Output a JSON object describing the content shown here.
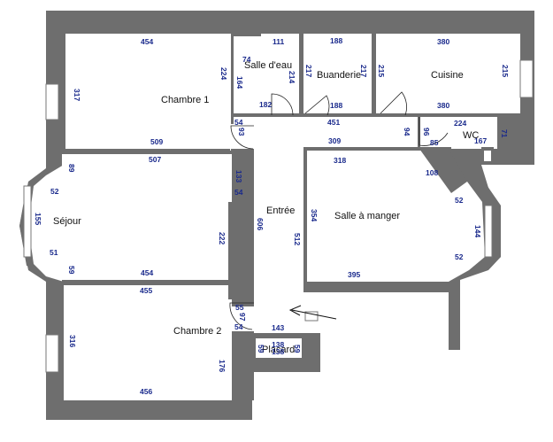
{
  "colors": {
    "wall": "#6e6e6e",
    "dimension_text": "#1a2a8c",
    "room_text": "#111111",
    "background": "#ffffff"
  },
  "rooms": {
    "chambre1": "Chambre 1",
    "salle_eau": "Salle d'eau",
    "buanderie": "Buanderie",
    "cuisine": "Cuisine",
    "wc": "WC",
    "sejour": "Séjour",
    "entree": "Entrée",
    "salle_manger": "Salle à manger",
    "chambre2": "Chambre 2",
    "placard": "Placard"
  },
  "dims": {
    "c1_top": "454",
    "c1_left": "317",
    "c1_right": "224",
    "c1_bottom": "509",
    "se_top": "111",
    "se_74": "74",
    "se_164": "164",
    "se_214": "214",
    "se_182": "182",
    "bu_top": "188",
    "bu_left": "217",
    "bu_right": "217",
    "bu_bottom": "188",
    "cu_top": "380",
    "cu_left": "215",
    "cu_right": "215",
    "cu_bottom": "380",
    "d54a": "54",
    "d93": "93",
    "d451": "451",
    "d309": "309",
    "d94": "94",
    "d96": "96",
    "d85": "85",
    "wc_224": "224",
    "wc_167": "167",
    "wc_71": "71",
    "d89": "89",
    "d507": "507",
    "d133": "133",
    "d54b": "54",
    "d52a": "52",
    "d155": "155",
    "d51": "51",
    "d59": "59",
    "d222": "222",
    "d454b": "454",
    "d606": "606",
    "d512": "512",
    "d318": "318",
    "d108": "108",
    "d52b": "52",
    "d354": "354",
    "d144": "144",
    "d52c": "52",
    "d395": "395",
    "d455": "455",
    "d55": "55",
    "d97": "97",
    "d54c": "54",
    "d143": "143",
    "d316": "316",
    "d176": "176",
    "d456": "456",
    "pl_59a": "59",
    "pl_138a": "138",
    "pl_138b": "138",
    "pl_59b": "59"
  }
}
